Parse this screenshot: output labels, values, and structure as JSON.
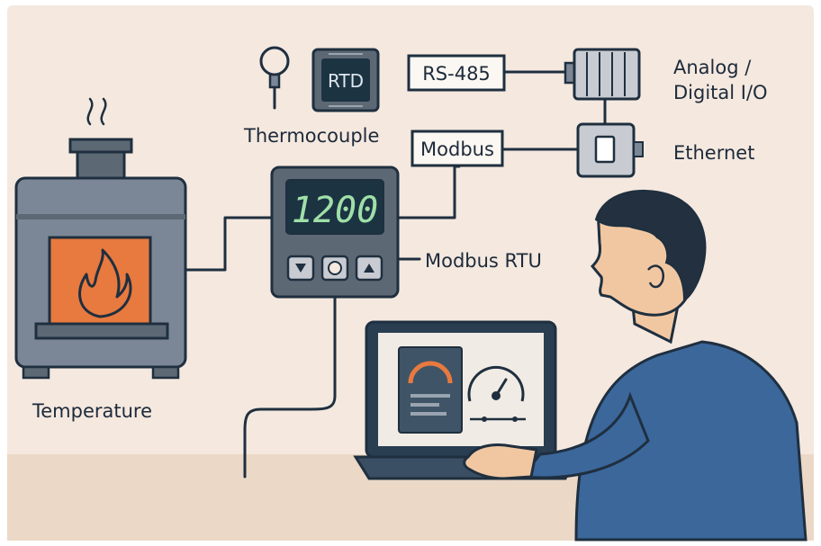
{
  "labels": {
    "rtd": "RTD",
    "thermocouple": "Thermocouple",
    "rs485": "RS-485",
    "analog_line1": "Analog /",
    "analog_line2": "Digital I/O",
    "modbus": "Modbus",
    "ethernet": "Ethernet",
    "modbus_rtu": "Modbus RTU",
    "temperature": "Temperature"
  },
  "controller": {
    "display_value": "1200"
  },
  "colors": {
    "background": "#f4e8df",
    "floor": "#ebd8c6",
    "outline": "#1f2f3f",
    "metal": "#7b8796",
    "metal_dark": "#5d6875",
    "flame_window": "#e8793f",
    "display": "#1c3342",
    "shirt": "#3b679b",
    "hair": "#22303f",
    "skin": "#f1c7a2"
  },
  "icons": [
    "thermocouple-probe-icon",
    "rtd-sensor-icon",
    "io-module-icon",
    "ethernet-adapter-icon",
    "furnace-icon",
    "flame-icon",
    "gauge-icon"
  ]
}
